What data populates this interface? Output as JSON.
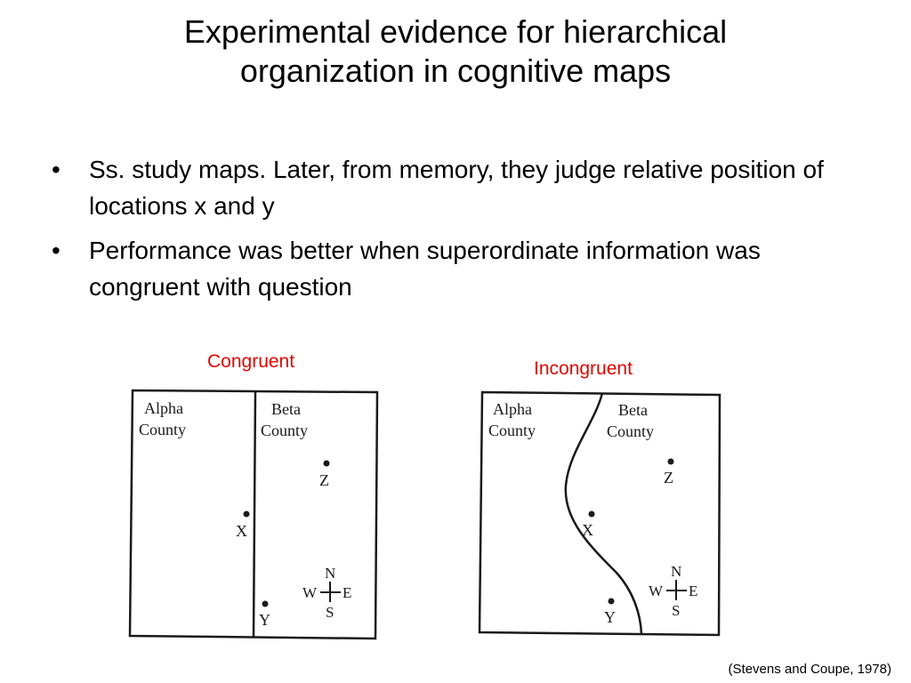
{
  "slide": {
    "title_line1": "Experimental evidence for hierarchical",
    "title_line2": "organization in cognitive maps",
    "bullets": [
      "Ss. study maps. Later, from memory, they judge relative position of locations x and y",
      "Performance was better when superordinate information was congruent with question"
    ],
    "bullet_symbol": "•",
    "citation": "(Stevens and Coupe, 1978)"
  },
  "maps": {
    "congruent": {
      "caption": "Congruent",
      "left_region_line1": "Alpha",
      "left_region_line2": "County",
      "right_region_line1": "Beta",
      "right_region_line2": "County",
      "point_z": "Z",
      "point_x": "X",
      "point_y": "Y",
      "compass_n": "N",
      "compass_s": "S",
      "compass_w": "W",
      "compass_e": "E"
    },
    "incongruent": {
      "caption": "Incongruent",
      "left_region_line1": "Alpha",
      "left_region_line2": "County",
      "right_region_line1": "Beta",
      "right_region_line2": "County",
      "point_z": "Z",
      "point_x": "X",
      "point_y": "Y",
      "compass_n": "N",
      "compass_s": "S",
      "compass_w": "W",
      "compass_e": "E"
    }
  },
  "colors": {
    "caption": "#e10600",
    "text": "#000000",
    "map_ink": "#1a1a1a"
  }
}
